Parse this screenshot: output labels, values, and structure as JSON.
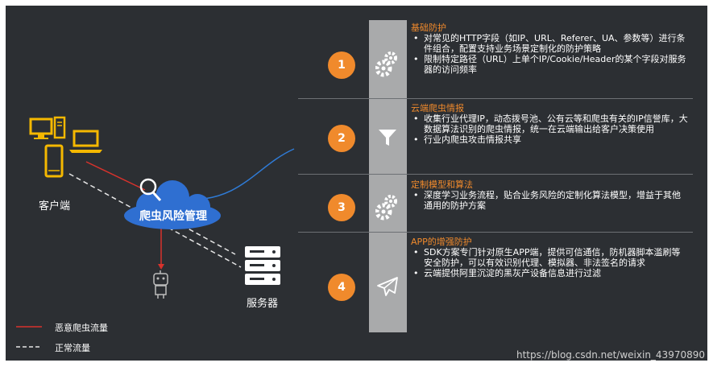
{
  "diagram": {
    "client_label": "客户端",
    "server_label": "服务器",
    "cloud_label": "爬虫风险管理",
    "legend": [
      {
        "label": "恶意爬虫流量",
        "style": "solid",
        "color": "#d8322c"
      },
      {
        "label": "正常流量",
        "style": "dashed",
        "color": "#e6e6e6"
      }
    ]
  },
  "steps": [
    {
      "number": "1",
      "icon": "gears-icon",
      "title": "基础防护",
      "bullets": [
        "对常见的HTTP字段（如IP、URL、Referer、UA、参数等）进行条件组合，配置支持业务场景定制化的防护策略",
        "限制特定路径（URL）上单个IP/Cookie/Header的某个字段对服务器的访问频率"
      ]
    },
    {
      "number": "2",
      "icon": "filter-icon",
      "title": "云端爬虫情报",
      "bullets": [
        "收集行业代理IP，动态拨号池、公有云等和爬虫有关的IP信誉库，大数据算法识别的爬虫情报，统一在云端输出给客户决策使用",
        "行业内爬虫攻击情报共享"
      ]
    },
    {
      "number": "3",
      "icon": "gears-icon",
      "title": "定制模型和算法",
      "bullets": [
        "深度学习业务流程，贴合业务风险的定制化算法模型，增益于其他通用的防护方案"
      ]
    },
    {
      "number": "4",
      "icon": "paper-plane-icon",
      "title": "APP的增强防护",
      "bullets": [
        "SDK方案专门针对原生APP端，提供可信通信，防机器脚本滥刷等安全防护，可以有效识别代理、模拟器、非法签名的请求",
        "云端提供阿里沉淀的黑灰产设备信息进行过滤"
      ]
    }
  ],
  "watermark": "https://blog.csdn.net/weixin_43970890",
  "colors": {
    "accent": "#f08a2c",
    "panel": "#2c2f33",
    "strip": "#a9aaab",
    "device": "#f5b800",
    "cloud": "#2f6fd1"
  }
}
